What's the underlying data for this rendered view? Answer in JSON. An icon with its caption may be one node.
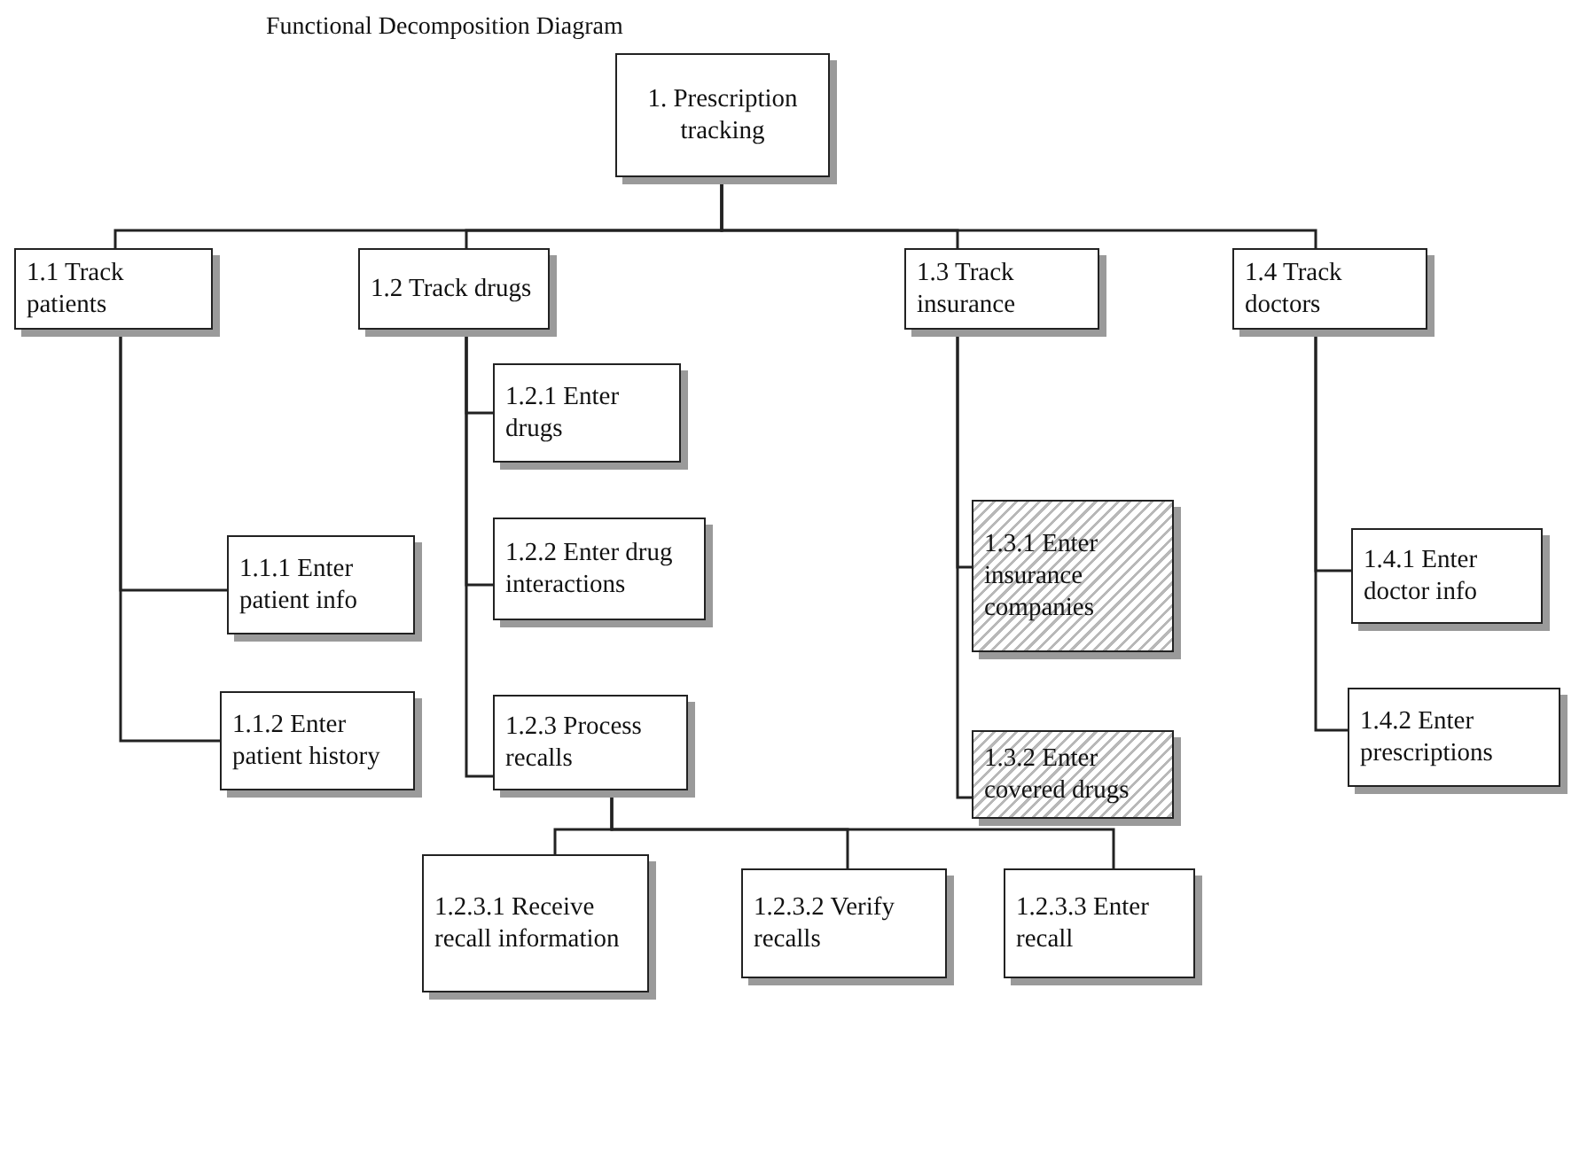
{
  "diagram": {
    "title": "Functional Decomposition Diagram",
    "nodes": [
      {
        "text": [
          "1. Prescription tracking"
        ]
      },
      {
        "text": [
          "1.1 Track patients"
        ]
      },
      {
        "text": [
          "1.2 Track drugs"
        ]
      },
      {
        "text": [
          "1.3 Track insurance"
        ]
      },
      {
        "text": [
          "1.4 Track doctors"
        ]
      },
      {
        "text": [
          "1.1.1 Enter patient info"
        ]
      },
      {
        "text": [
          "1.1.2 Enter patient history"
        ]
      },
      {
        "text": [
          "1.2.1 Enter drugs"
        ]
      },
      {
        "text": [
          "1.2.2 Enter drug interactions"
        ]
      },
      {
        "text": [
          "1.2.3 Process recalls"
        ]
      },
      {
        "text": [
          "1.2.3.1 Receive recall information"
        ]
      },
      {
        "text": [
          "1.2.3.2 Verify recalls"
        ]
      },
      {
        "text": [
          "1.2.3.3 Enter recall"
        ]
      },
      {
        "text": [
          "1.3.1 Enter insurance companies"
        ]
      },
      {
        "text": [
          "1.3.2 Enter covered drugs"
        ]
      },
      {
        "text": [
          "1.4.1 Enter doctor info"
        ]
      },
      {
        "text": [
          "1.4.2 Enter prescriptions"
        ]
      }
    ],
    "edges": [
      {
        "from": 0,
        "to": 1,
        "arrow": "none"
      },
      {
        "from": 0,
        "to": 2,
        "arrow": "none"
      },
      {
        "from": 0,
        "to": 3,
        "arrow": "none"
      },
      {
        "from": 0,
        "to": 4,
        "arrow": "none"
      },
      {
        "from": 1,
        "to": 5,
        "arrow": "none"
      },
      {
        "from": 1,
        "to": 6,
        "arrow": "none"
      },
      {
        "from": 2,
        "to": 7,
        "arrow": "none"
      },
      {
        "from": 2,
        "to": 8,
        "arrow": "none"
      },
      {
        "from": 2,
        "to": 9,
        "arrow": "none"
      },
      {
        "from": 9,
        "to": 10,
        "arrow": "none"
      },
      {
        "from": 9,
        "to": 11,
        "arrow": "none"
      },
      {
        "from": 9,
        "to": 12,
        "arrow": "none"
      },
      {
        "from": 3,
        "to": 13,
        "arrow": "none"
      },
      {
        "from": 3,
        "to": 14,
        "arrow": "none"
      },
      {
        "from": 4,
        "to": 15,
        "arrow": "none"
      },
      {
        "from": 4,
        "to": 16,
        "arrow": "none"
      }
    ]
  }
}
